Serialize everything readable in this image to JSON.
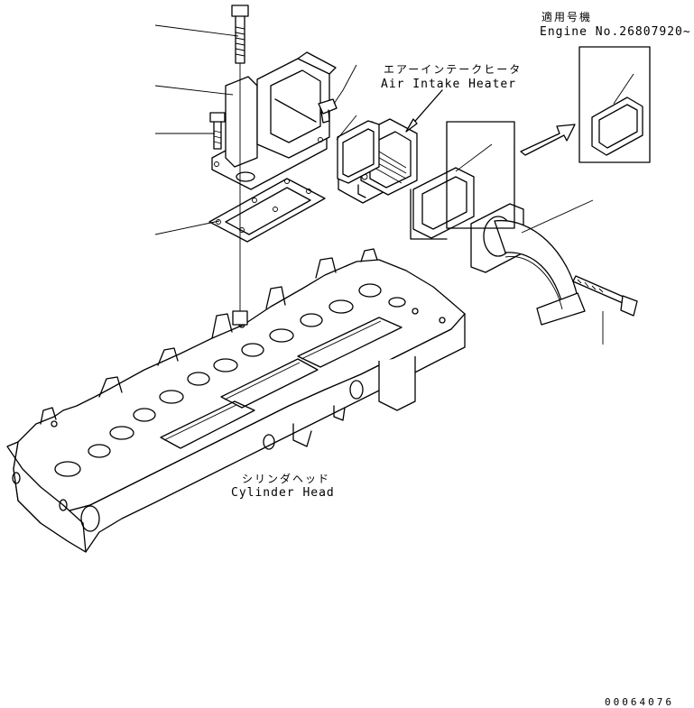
{
  "applicability": {
    "jp": "適用号機",
    "en": "Engine No.26807920~"
  },
  "air_intake_heater": {
    "jp": "エアーインテークヒータ",
    "en": "Air Intake Heater"
  },
  "cylinder_head": {
    "jp": "シリンダヘッド",
    "en": "Cylinder Head"
  },
  "drawing_code": "00064076",
  "colors": {
    "line": "#000000",
    "background": "#ffffff"
  }
}
